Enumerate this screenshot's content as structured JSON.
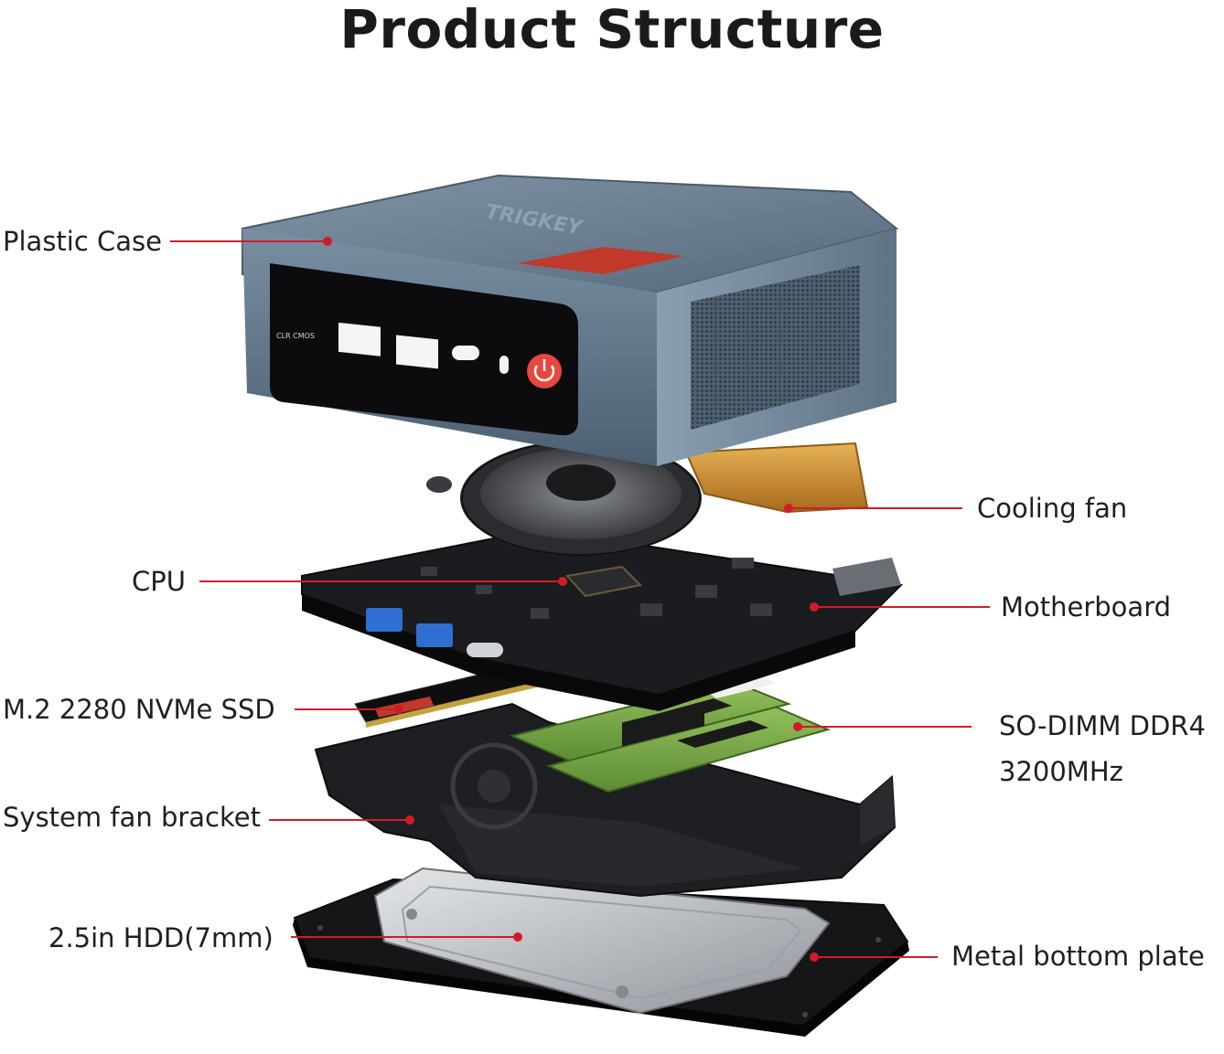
{
  "title": "Product Structure",
  "brand_mark": "TRIGKEY",
  "port_labels": {
    "clr_cmos": "CLR CMOS"
  },
  "labels": {
    "plastic_case": "Plastic Case",
    "cooling_fan": "Cooling fan",
    "cpu": "CPU",
    "motherboard": "Motherboard",
    "ssd": "M.2 2280 NVMe SSD",
    "ram_line1": "SO-DIMM DDR4",
    "ram_line2": "3200MHz",
    "fan_bracket": "System fan bracket",
    "hdd": "2.5in HDD(7mm)",
    "bottom_plate": "Metal bottom plate"
  },
  "colors": {
    "leader": "#d01c28",
    "case": "#6f8496",
    "panel": "#0c0c0e",
    "power": "#e8473f",
    "copper": "#c98a2e",
    "pcb": "#1b1c1f",
    "usb": "#2f6fd1",
    "ram": "#7fb24c",
    "bracket": "#1e1f22",
    "plate": "#141416",
    "hdd": "#bfc3c8"
  },
  "icons": [
    "power-icon",
    "usb-a-port-icon",
    "usb-c-port-icon",
    "audio-jack-icon"
  ]
}
